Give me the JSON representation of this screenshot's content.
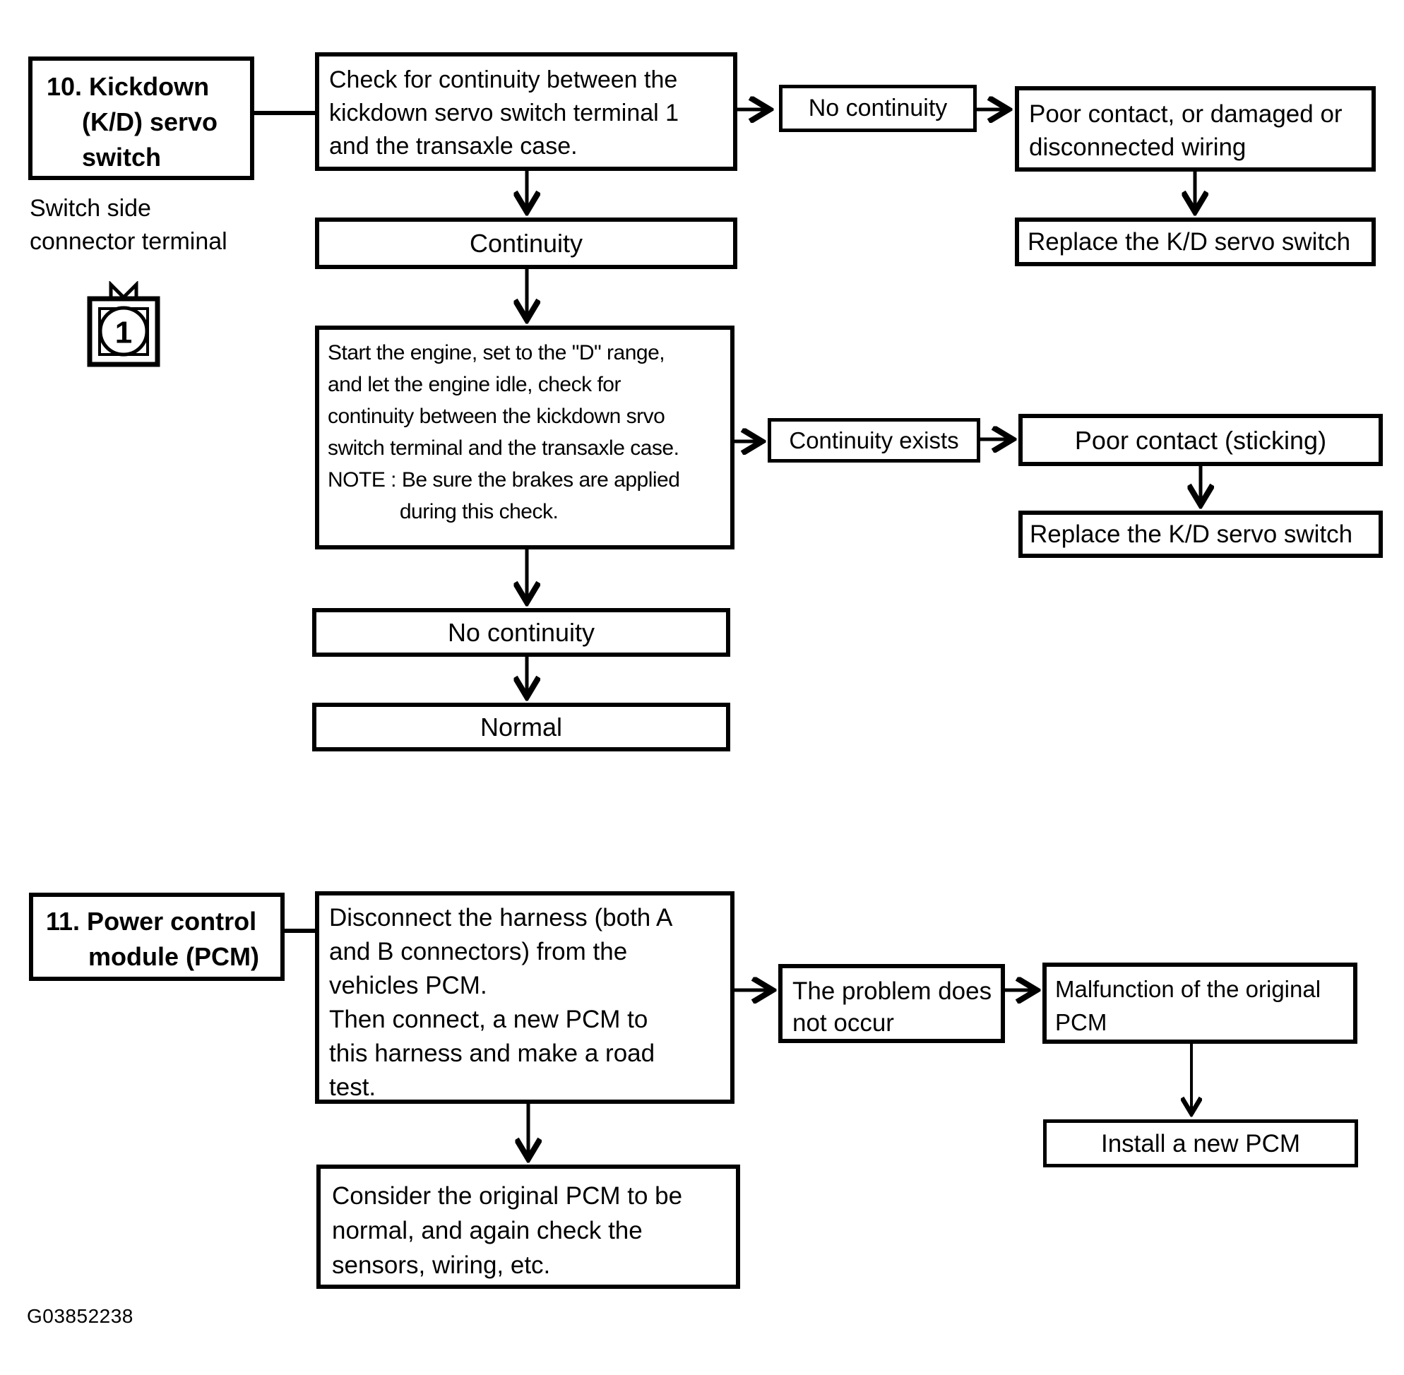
{
  "figure": {
    "id": "G03852238"
  },
  "section10": {
    "title": "10. Kickdown\n     (K/D) servo\n     switch",
    "connector_label": "Switch side\nconnector terminal",
    "terminal_number": "1",
    "nodes": {
      "check": "Check for continuity between the\nkickdown servo switch terminal 1\nand the transaxle case.",
      "no_continuity_1": "No continuity",
      "poor_contact_1": "Poor contact, or damaged or\ndisconnected wiring",
      "replace_1": "Replace the K/D servo switch",
      "continuity": "Continuity",
      "engine_check": "Start the engine, set to the \"D\" range,\nand let the engine idle, check for\ncontinuity between the kickdown srvo\nswitch terminal and the transaxle case.\nNOTE : Be sure the brakes are applied\n             during this check.",
      "continuity_exists": "Continuity exists",
      "poor_contact_2": "Poor contact (sticking)",
      "replace_2": "Replace the K/D servo switch",
      "no_continuity_2": "No continuity",
      "normal": "Normal"
    }
  },
  "section11": {
    "title": "11. Power control\n      module (PCM)",
    "nodes": {
      "disconnect": "Disconnect the harness (both A\nand B connectors) from the\nvehicles PCM.\nThen connect, a new PCM to\nthis harness and make a road\ntest.",
      "problem_not_occur": "The problem does\nnot occur",
      "malfunction": "Malfunction of the original\nPCM",
      "install": "Install a new PCM",
      "consider": "Consider the original PCM to be\nnormal, and again check the\nsensors, wiring, etc."
    }
  },
  "colors": {
    "ink": "#000000",
    "paper": "#ffffff"
  }
}
